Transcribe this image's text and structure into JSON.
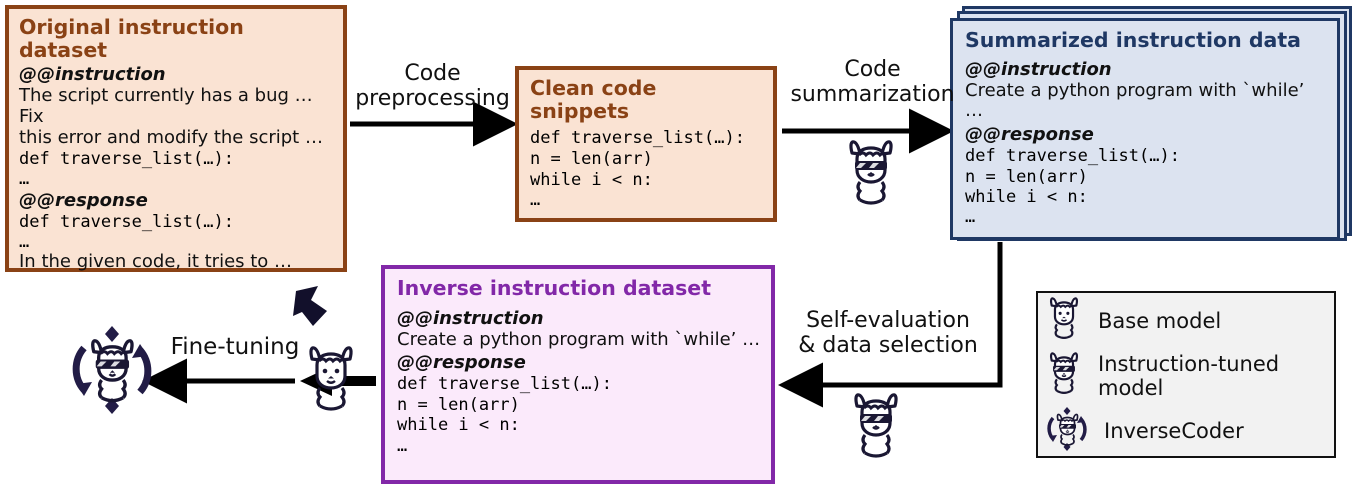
{
  "boxes": {
    "original": {
      "title": "Original instruction dataset",
      "instruction_tag": "@@instruction",
      "instruction_line1": "The script currently has a bug … Fix",
      "instruction_line2": "this error and modify the script …",
      "code1": "def traverse_list(…):",
      "code1_ellipsis": "…",
      "response_tag": "@@response",
      "code2": "def traverse_list(…):",
      "code2_ellipsis": "…",
      "response_text": "In the given code, it tries to …",
      "border_color": "#8A4215",
      "fill_color": "#FAE3D3"
    },
    "clean": {
      "title": "Clean code snippets",
      "code_line1": "def traverse_list(…):",
      "code_line2": "  n = len(arr)",
      "code_line3": "  while i < n:",
      "code_line4": "  …",
      "border_color": "#8A4215",
      "fill_color": "#FAE3D3"
    },
    "summarized": {
      "title": "Summarized instruction data",
      "instruction_tag": "@@instruction",
      "instruction_text": "Create a python program with `while’ …",
      "response_tag": "@@response",
      "code_line1": "def traverse_list(…):",
      "code_line2": "  n = len(arr)",
      "code_line3": "  while i < n:",
      "code_line4": "  …",
      "border_color": "#1F3864",
      "fill_color": "#DCE3F0",
      "stack_count": 3
    },
    "inverse": {
      "title": "Inverse instruction dataset",
      "instruction_tag": "@@instruction",
      "instruction_text": "Create a python program with `while’ …",
      "response_tag": "@@response",
      "code_line1": "def traverse_list(…):",
      "code_line2": "  n = len(arr)",
      "code_line3": "  while i < n:",
      "code_line4": "  …",
      "border_color": "#8228A8",
      "fill_color": "#FBEAFB"
    }
  },
  "arrows": {
    "code_preprocessing": "Code\npreprocessing",
    "code_preprocessing_l1": "Code",
    "code_preprocessing_l2": "preprocessing",
    "code_summarization_l1": "Code",
    "code_summarization_l2": "summarization",
    "self_evaluation_l1": "Self-evaluation",
    "self_evaluation_l2": "& data selection",
    "fine_tuning": "Fine-tuning"
  },
  "legend": {
    "items": [
      {
        "icon": "llama-base-icon",
        "label": "Base model"
      },
      {
        "icon": "llama-sunglasses-icon",
        "label": "Instruction-tuned model"
      },
      {
        "icon": "llama-inversecoder-icon",
        "label": "InverseCoder"
      }
    ],
    "border_color": "#111111",
    "fill_color": "#F2F2F2"
  }
}
